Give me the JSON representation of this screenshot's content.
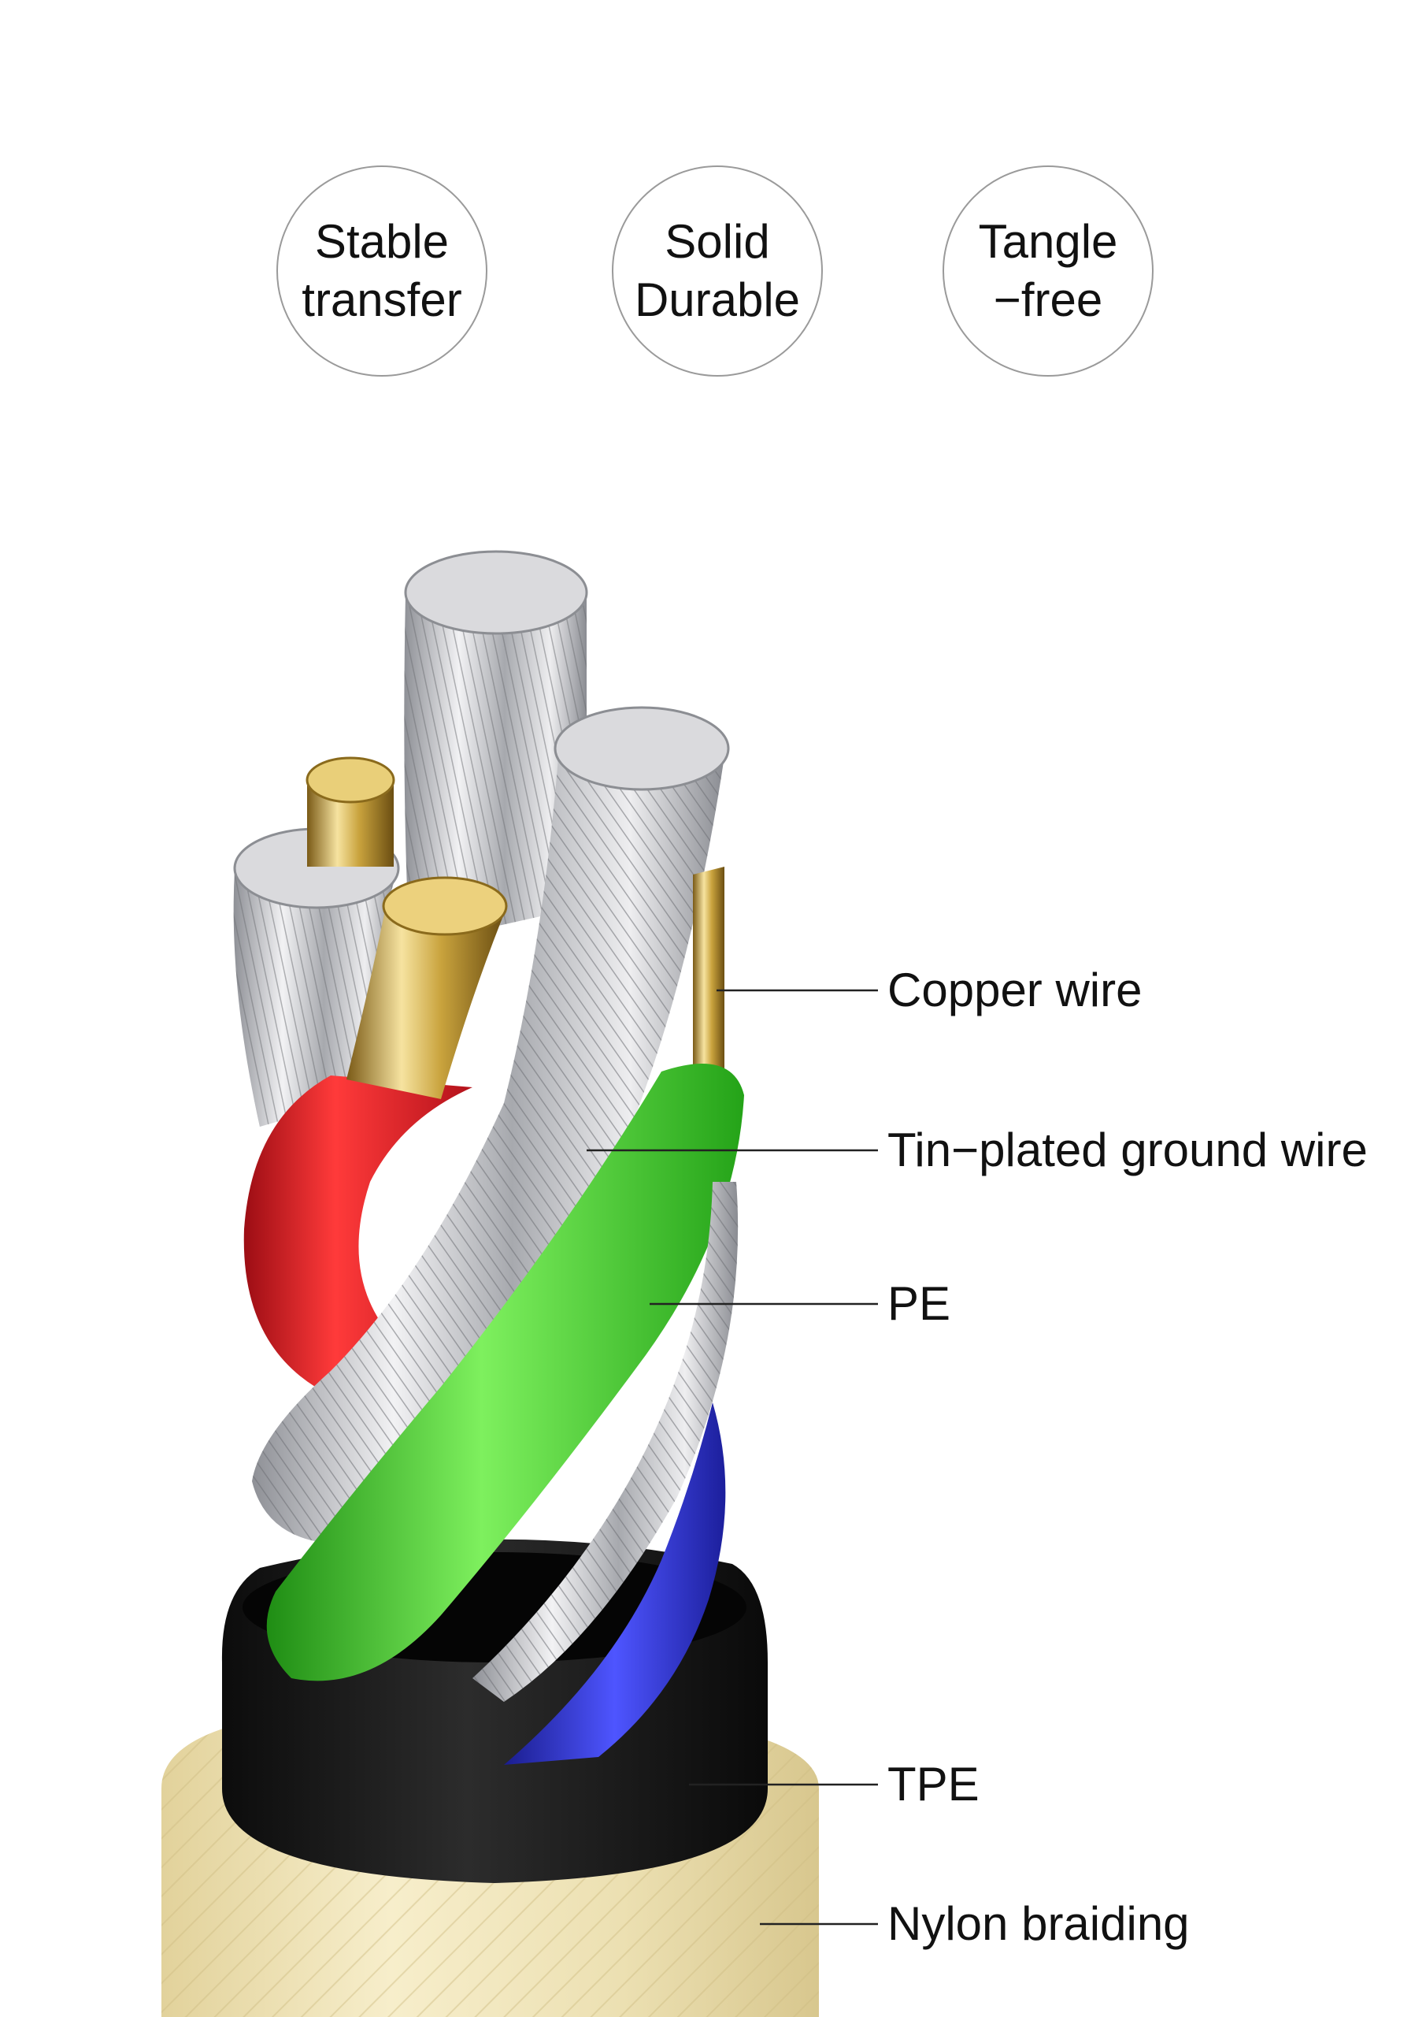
{
  "badges": [
    {
      "line1": "Stable",
      "line2": "transfer"
    },
    {
      "line1": "Solid",
      "line2": "Durable"
    },
    {
      "line1": "Tangle",
      "line2": "−free"
    }
  ],
  "callouts": [
    {
      "label": "Copper wire"
    },
    {
      "label": "Tin−plated ground wire"
    },
    {
      "label": "PE"
    },
    {
      "label": "TPE"
    },
    {
      "label": "Nylon braiding"
    }
  ],
  "colors": {
    "insulation_red": "#e3202a",
    "insulation_green": "#35c023",
    "insulation_blue": "#2f34d6",
    "jacket_black": "#151515",
    "braid_beige": "#efe2b4",
    "copper_gold": "#c9a33d",
    "tinned_silver": "#c9cbcf"
  }
}
